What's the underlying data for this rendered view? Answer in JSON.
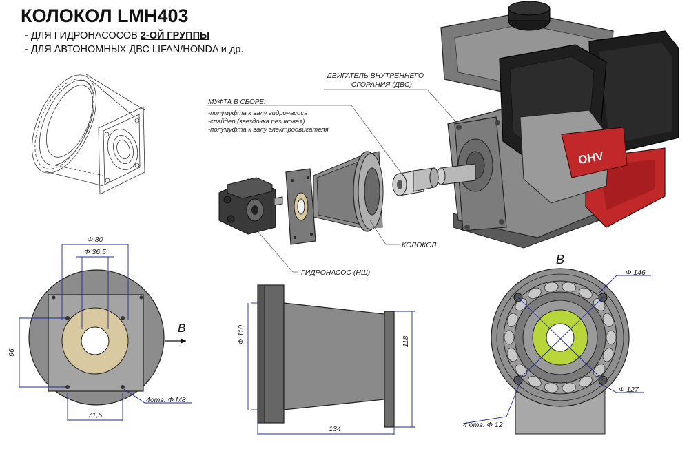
{
  "header": {
    "title": "КОЛОКОЛ LMH403",
    "line1_prefix": "- ДЛЯ ГИДРОНАСОСОВ ",
    "line1_bold": "2-ОЙ ГРУППЫ",
    "line2": "- ДЛЯ АВТОНОМНЫХ ДВС LIFAN/HONDA и др."
  },
  "callouts": {
    "engine_line1": "ДВИГАТЕЛЬ ВНУТРЕННЕГО",
    "engine_line2": "СГОРАНИЯ (ДВС)",
    "coupling_title": "МУФТА В СБОРЕ:",
    "coupling_item1": "-полумуфта к валу гидронасоса",
    "coupling_item2": "-спайдер (звездочка резиновая)",
    "coupling_item3": "-полумуфта к валу электродвигателя",
    "bell": "КОЛОКОЛ",
    "pump": "ГИДРОНАСОС (НШ)",
    "engine_logo": "OHV"
  },
  "front_view": {
    "dim_outer": "Ф 80",
    "dim_inner": "Ф 36,5",
    "dim_height": "96",
    "dim_width": "71,5",
    "holes": "4отв. Ф M8",
    "view_arrow": "B"
  },
  "side_view": {
    "dim_diameter": "Ф 110",
    "dim_height": "118",
    "dim_length": "134"
  },
  "rear_view": {
    "view_label": "B",
    "dim_d146": "Ф 146",
    "dim_d127": "Ф 127",
    "holes": "4 отв. Ф 12"
  },
  "colors": {
    "dimension_line": "#1e2a9a",
    "engine_red": "#c0282a",
    "spacer_green": "#b8d63a",
    "gasket_tan": "#d9c9a0"
  }
}
